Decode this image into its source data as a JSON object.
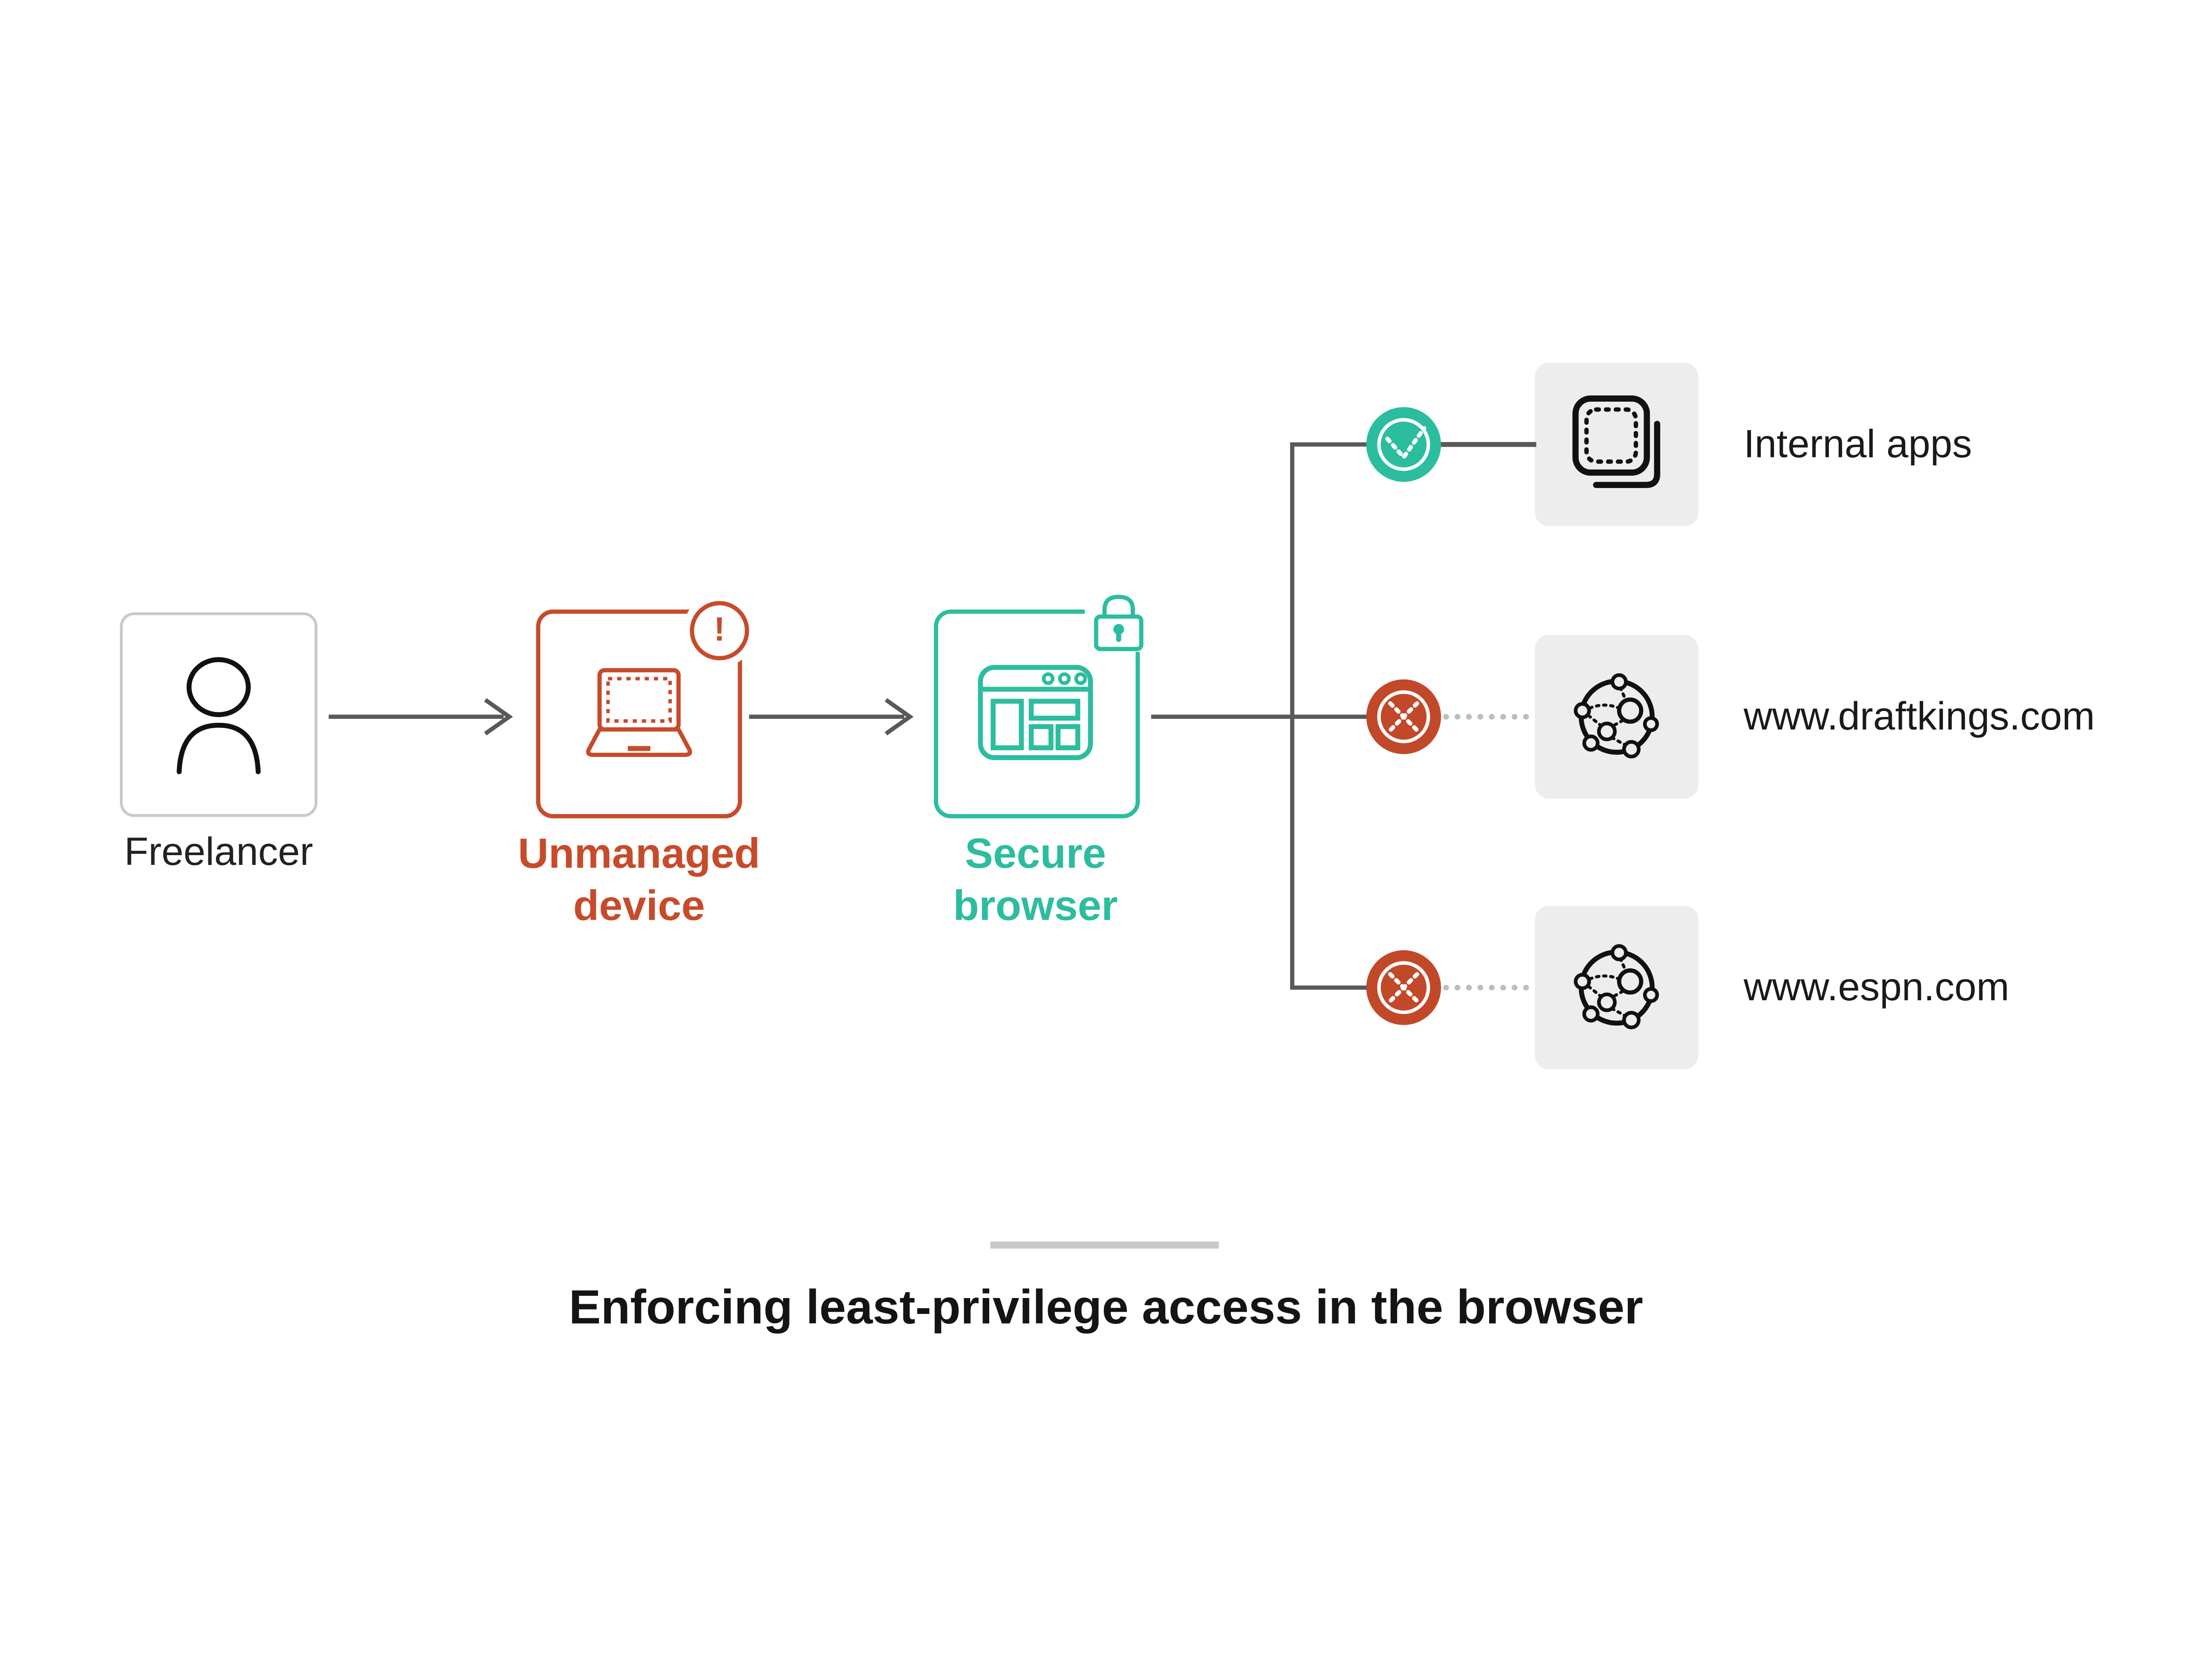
{
  "diagram": {
    "source_node": {
      "label": "Freelancer"
    },
    "device_node": {
      "label": "Unmanaged device",
      "badge": "!",
      "status": "alert"
    },
    "browser_node": {
      "label": "Secure browser",
      "status": "locked"
    },
    "destinations": [
      {
        "label": "Internal apps",
        "access": "allowed",
        "icon": "stacked-apps-icon",
        "connector": "solid"
      },
      {
        "label": "www.draftkings.com",
        "access": "blocked",
        "icon": "website-network-icon",
        "connector": "dotted"
      },
      {
        "label": "www.espn.com",
        "access": "blocked",
        "icon": "website-network-icon",
        "connector": "dotted"
      }
    ],
    "caption": "Enforcing least-privilege access in the browser",
    "colors": {
      "alert_red": "#C74B2A",
      "red_circle_fill": "#C1492A",
      "secure_teal": "#2CBD9F",
      "line_gray": "#58595B",
      "dotted_line_gray": "#BDBDBD",
      "card_bg": "#EDEDED",
      "neutral_border": "#C9C9C9",
      "text_dark": "#1A1A1A"
    }
  }
}
